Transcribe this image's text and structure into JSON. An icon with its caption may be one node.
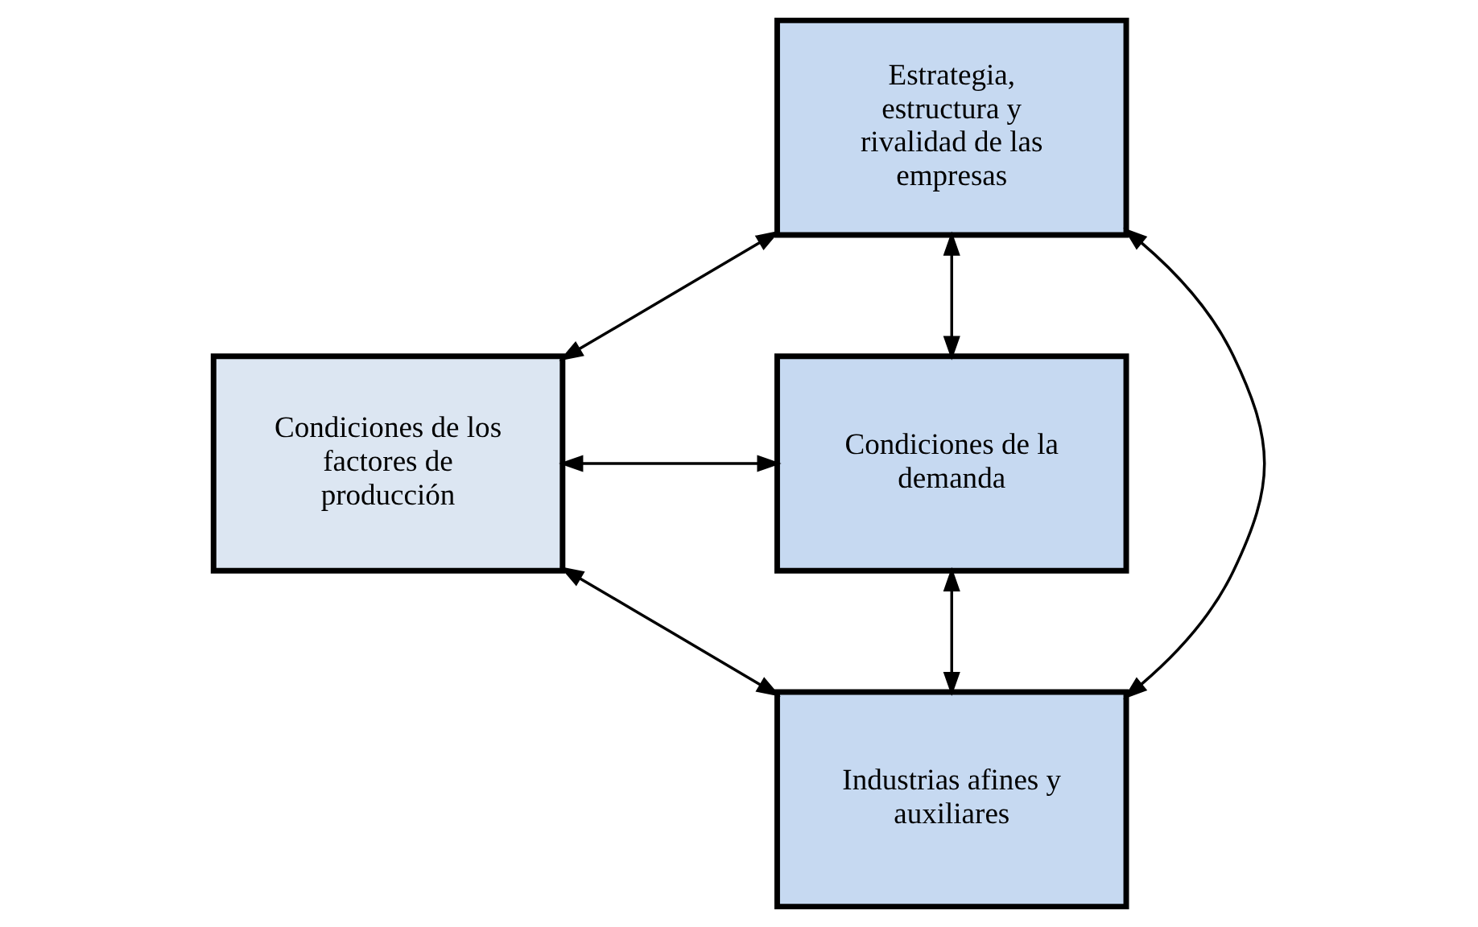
{
  "diagram": {
    "nodes": [
      {
        "text": [
          "Estrategia, estructura y rivalidad de las empresas"
        ]
      },
      {
        "text": [
          "Condiciones de los factores de producción"
        ]
      },
      {
        "text": [
          "Condiciones de la demanda"
        ]
      },
      {
        "text": [
          "Industrias afines y auxiliares"
        ]
      }
    ],
    "edges": [
      {
        "from": 0,
        "to": 1,
        "arrow": "both"
      },
      {
        "from": 0,
        "to": 2,
        "arrow": "both"
      },
      {
        "from": 1,
        "to": 2,
        "arrow": "both"
      },
      {
        "from": 0,
        "to": 3,
        "arrow": "both"
      },
      {
        "from": 1,
        "to": 3,
        "arrow": "both"
      },
      {
        "from": 2,
        "to": 3,
        "arrow": "both"
      }
    ]
  }
}
